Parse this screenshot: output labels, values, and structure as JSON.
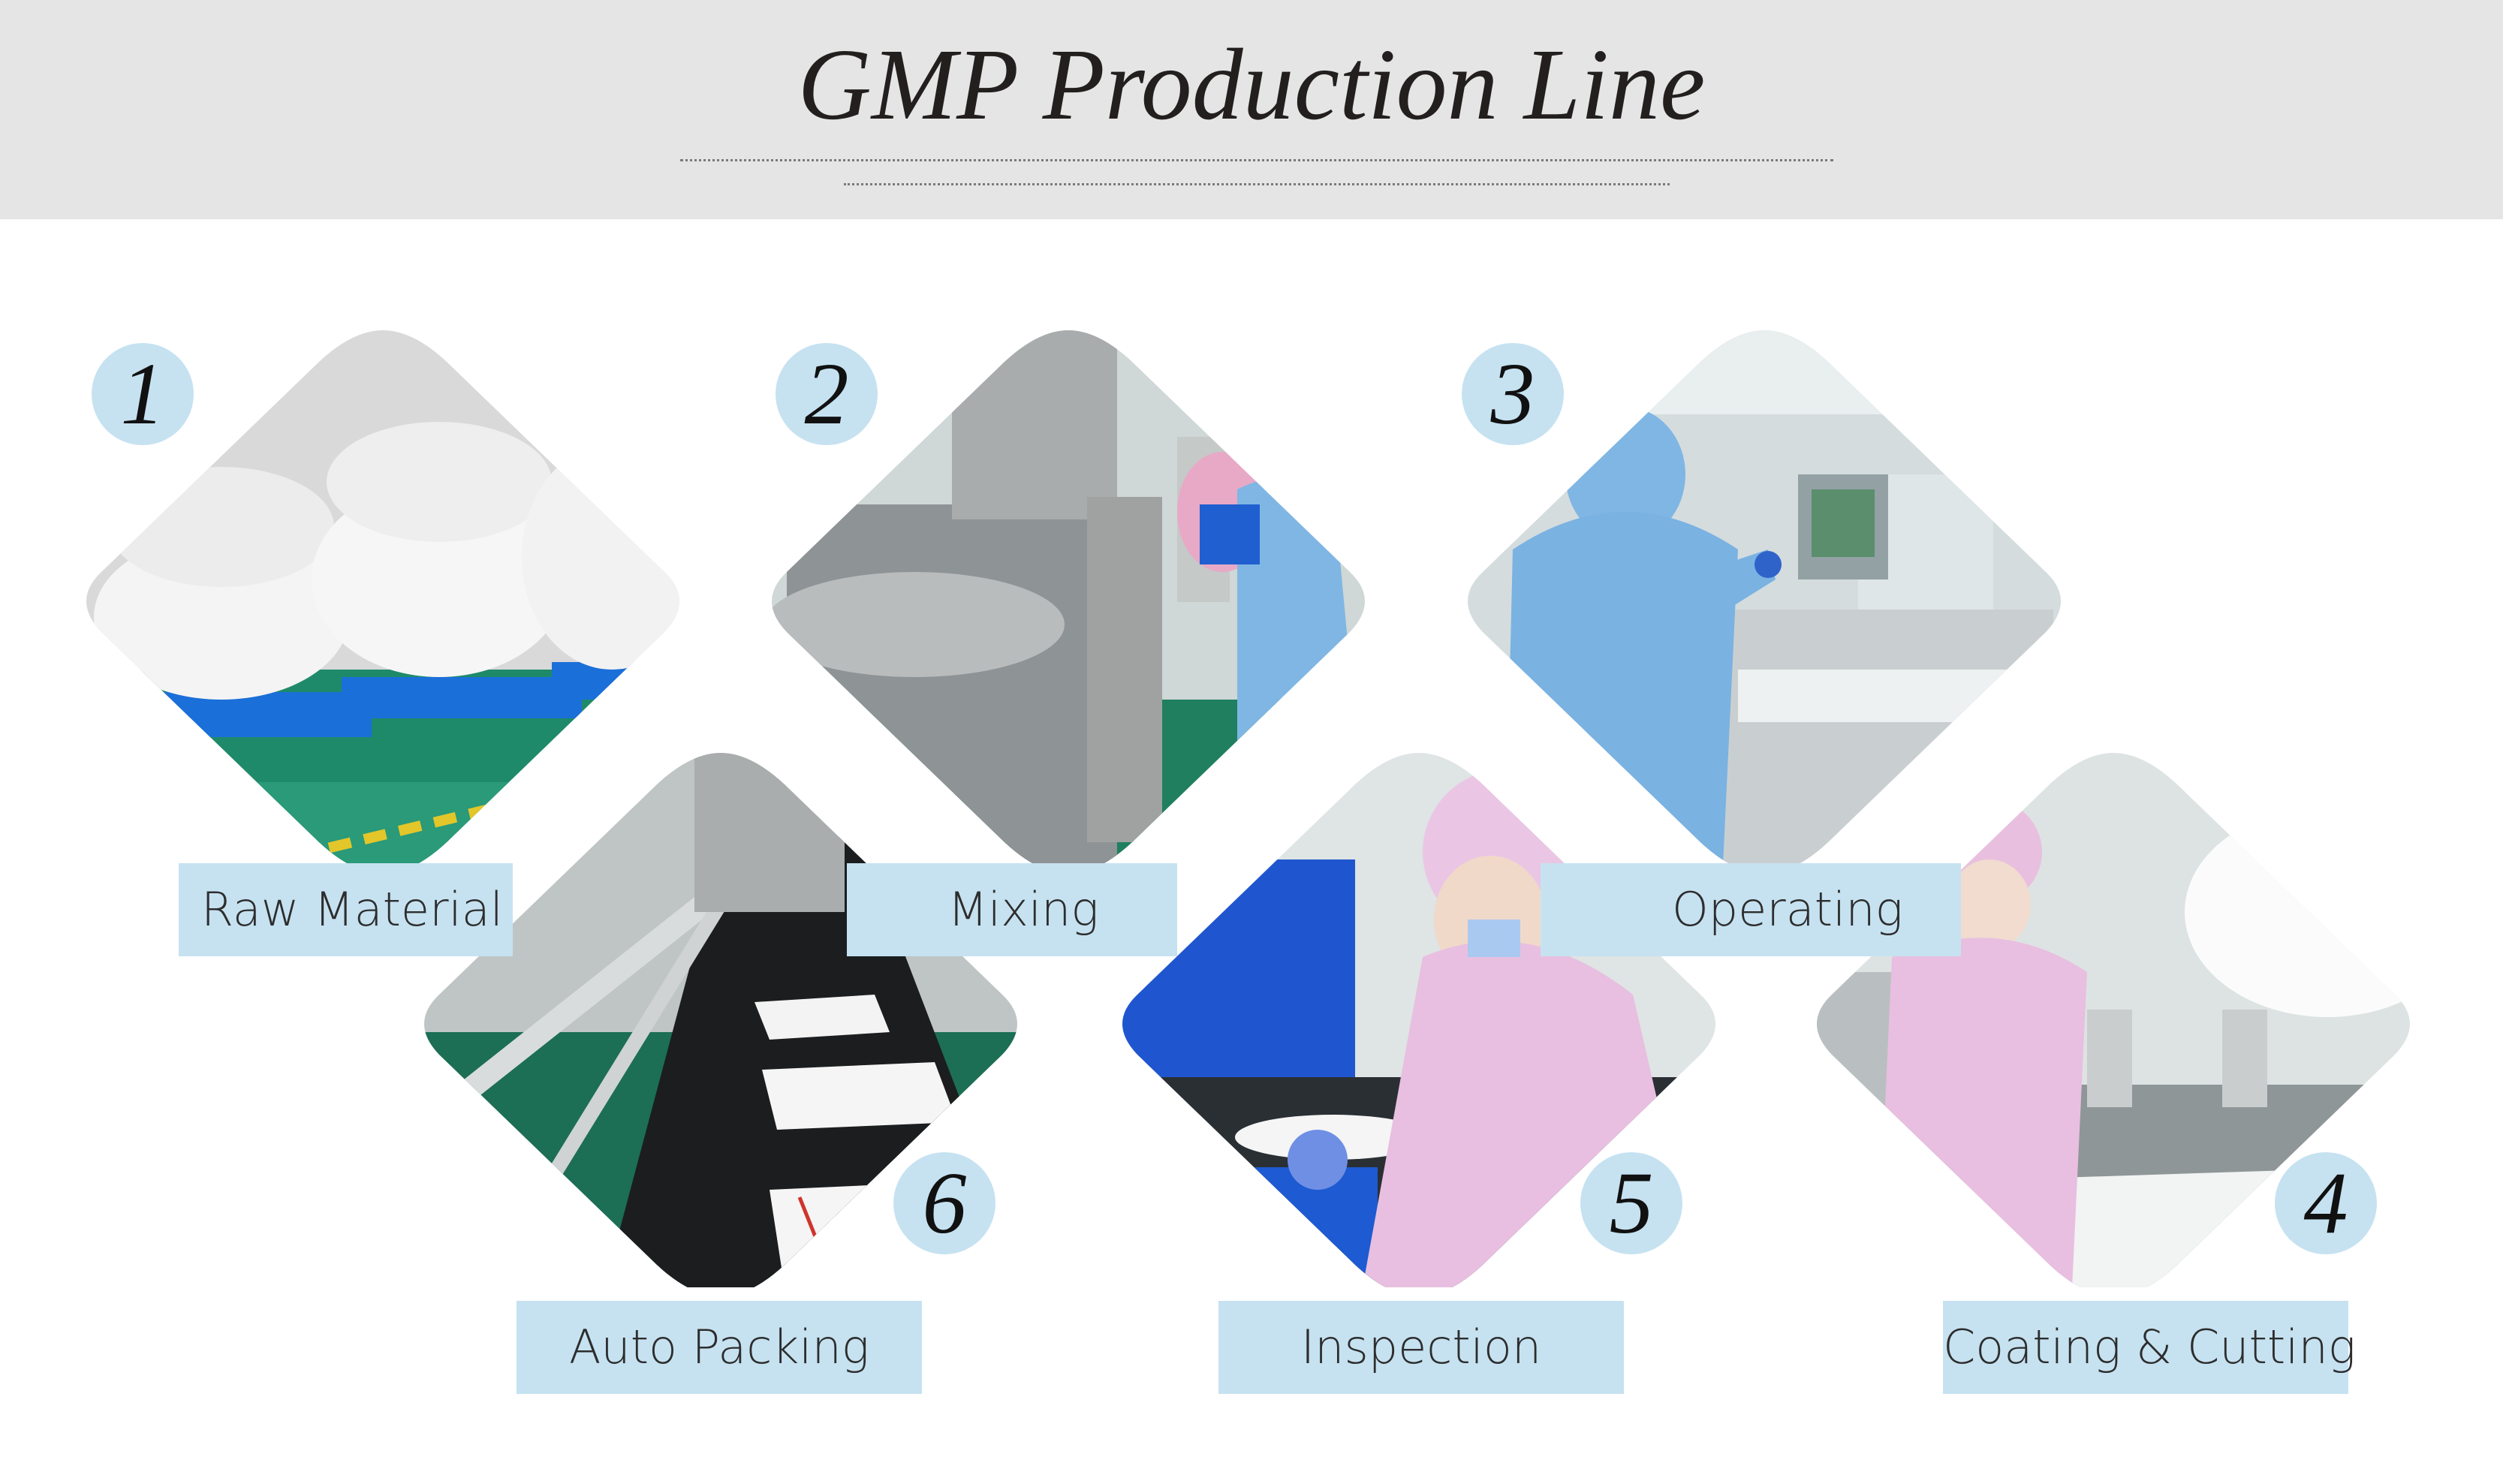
{
  "header": {
    "title": "GMP Production Line"
  },
  "steps": [
    {
      "number": "1",
      "label": "Raw Material"
    },
    {
      "number": "2",
      "label": "Mixing"
    },
    {
      "number": "3",
      "label": "Operating"
    },
    {
      "number": "4",
      "label": "Coating & Cutting"
    },
    {
      "number": "5",
      "label": "Inspection"
    },
    {
      "number": "6",
      "label": "Auto Packing"
    }
  ],
  "colors": {
    "header_bg": "#e5e5e5",
    "accent": "#c6e2f1",
    "text": "#231f1f"
  }
}
